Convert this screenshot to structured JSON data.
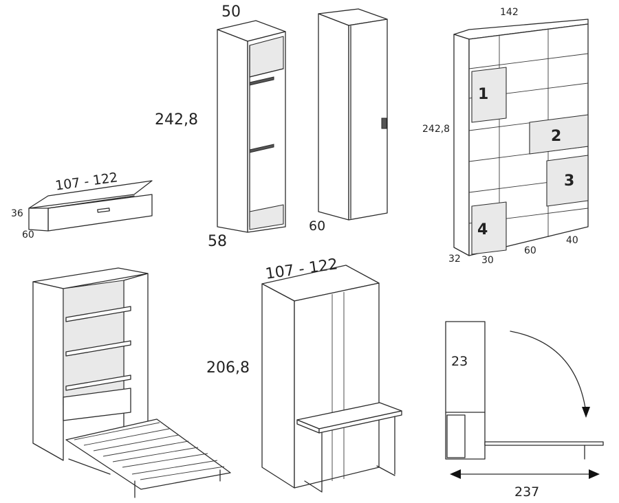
{
  "dimensions": {
    "shelf_unit": {
      "width": "107 - 122",
      "height": "36",
      "depth": "60"
    },
    "open_wardrobe": {
      "top": "50",
      "height": "242,8",
      "bottom": "58"
    },
    "closed_wardrobe": {
      "depth": "60"
    },
    "bookcase": {
      "width": "142",
      "height": "242,8",
      "depth": "32",
      "col1": "30",
      "col2": "60",
      "col3": "40"
    },
    "desk_bed": {
      "width": "107 - 122",
      "height": "206,8"
    },
    "side_view": {
      "depth": "23",
      "length": "237"
    }
  },
  "bookcase_panels": [
    "1",
    "2",
    "3",
    "4"
  ],
  "colors": {
    "line": "#2b2b2b",
    "shade": "#e9e9e9",
    "background": "#ffffff"
  }
}
